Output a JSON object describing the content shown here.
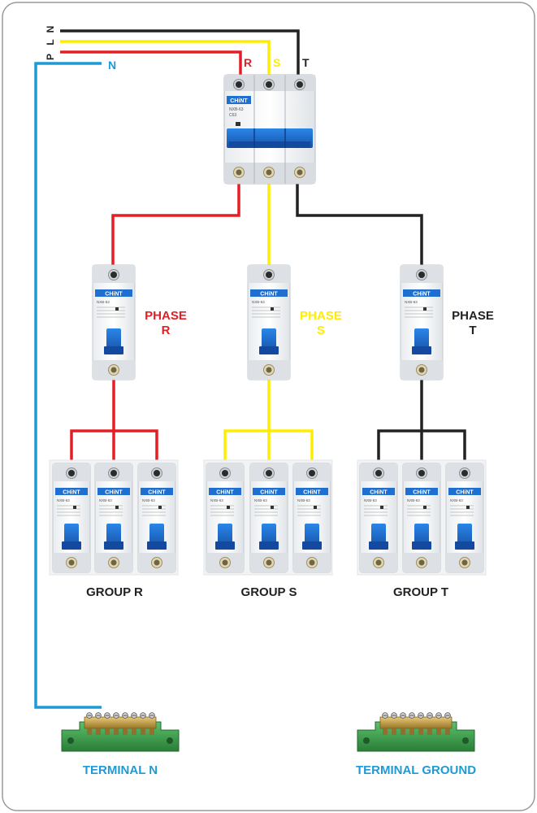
{
  "inputs": {
    "p_label": "P",
    "l_label": "L",
    "n_label": "N",
    "neutral_label": "N",
    "r_label": "R",
    "s_label": "S",
    "t_label": "T"
  },
  "main_breaker": {
    "brand": "CHiNT",
    "model": "NXB-63",
    "rating": "C63"
  },
  "phase_labels": [
    {
      "line1": "PHASE",
      "line2": "R",
      "color": "#e31e24"
    },
    {
      "line1": "PHASE",
      "line2": "S",
      "color": "#ffed00"
    },
    {
      "line1": "PHASE",
      "line2": "T",
      "color": "#222222"
    }
  ],
  "breaker_text": {
    "brand": "CHiNT",
    "model": "NXB-63"
  },
  "groups": [
    {
      "label": "GROUP R",
      "color": "#e31e24"
    },
    {
      "label": "GROUP S",
      "color": "#ffed00"
    },
    {
      "label": "GROUP T",
      "color": "#222222"
    }
  ],
  "terminals": [
    {
      "label": "TERMINAL N"
    },
    {
      "label": "TERMINAL GROUND"
    }
  ],
  "colors": {
    "red": "#e31e24",
    "yellow": "#ffed00",
    "black": "#222222",
    "blue": "#1e9ad6",
    "breaker_blue": "#1f6fd1",
    "terminal_green": "#3fa34d",
    "brass": "#c8a24a",
    "label_blue": "#1e9ad6"
  }
}
